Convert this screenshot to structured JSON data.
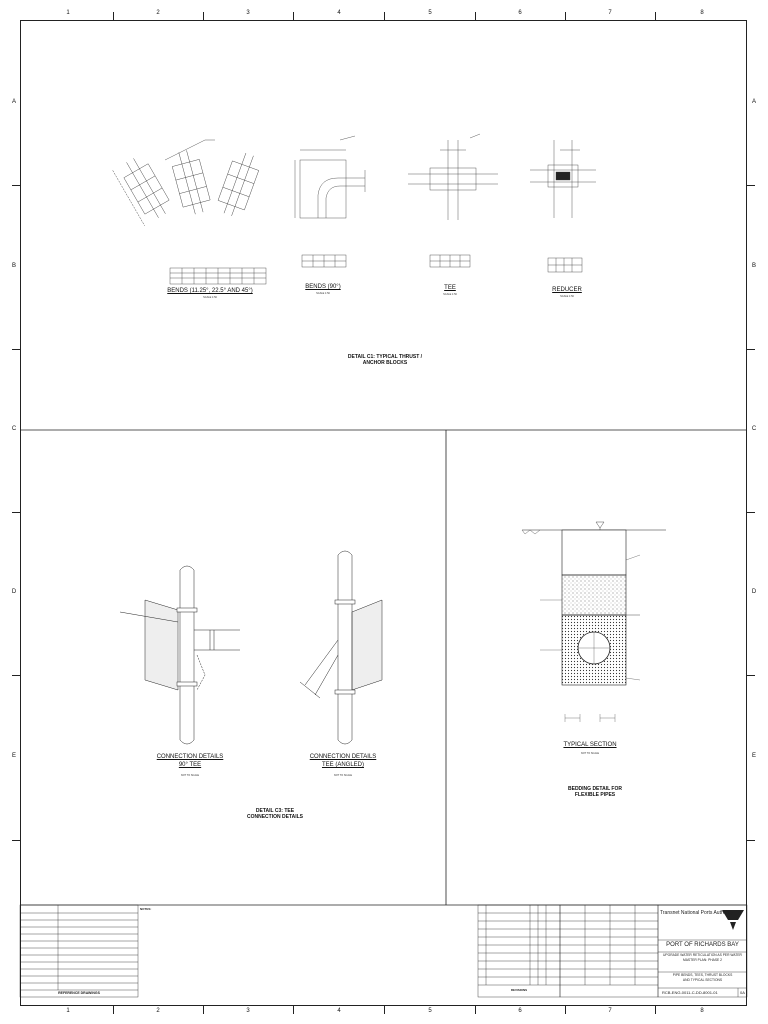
{
  "border": {
    "columns": [
      "1",
      "2",
      "3",
      "4",
      "5",
      "6",
      "7",
      "8"
    ],
    "rows": [
      "A",
      "B",
      "C",
      "D",
      "E"
    ]
  },
  "top_details": {
    "bends": {
      "title": "BENDS (11.25°, 22.5° AND 45°)",
      "scale": "SCALE 1:50"
    },
    "bend90": {
      "title": "BENDS (90°)",
      "scale": "SCALE 1:50"
    },
    "tee": {
      "title": "TEE",
      "scale": "SCALE 1:50"
    },
    "reducer": {
      "title": "REDUCER",
      "scale": "SCALE 1:50"
    },
    "caption_line1": "DETAIL C1: TYPICAL THRUST /",
    "caption_line2": "ANCHOR BLOCKS"
  },
  "middle_left": {
    "tee90_title_line1": "CONNECTION DETAILS",
    "tee90_title_line2": "90° TEE",
    "tee90_scale": "NOT TO SCALE",
    "teeang_title_line1": "CONNECTION DETAILS",
    "teeang_title_line2": "TEE (ANGLED)",
    "teeang_scale": "NOT TO SCALE",
    "caption_line1": "DETAIL C3: TEE",
    "caption_line2": "CONNECTION DETAILS"
  },
  "middle_right": {
    "section_title": "TYPICAL SECTION",
    "section_scale": "NOT TO SCALE",
    "caption_line1": "BEDDING DETAIL FOR",
    "caption_line2": "FLEXIBLE PIPES"
  },
  "title_block": {
    "reference_drawings": "REFERENCE DRAWINGS",
    "notes_heading": "NOTES:",
    "revisions": "REVISIONS",
    "client": "Transnet National Ports Authority",
    "port": "PORT OF RICHARDS BAY",
    "project_line1": "UPGRADE WATER RETICULATION AS PER WATER",
    "project_line2": "MASTER PLAN: PHASE 2",
    "drawing_title_line1": "PIPE BENDS, TEES, THRUST BLOCKS",
    "drawing_title_line2": "AND TYPICAL SECTIONS",
    "drawing_number": "RCB-ENG-0011-C-DD-8001-01",
    "revision": "0A"
  },
  "colors": {
    "line": "#222222",
    "fill_light": "#e6e6e6",
    "paper": "#ffffff"
  }
}
